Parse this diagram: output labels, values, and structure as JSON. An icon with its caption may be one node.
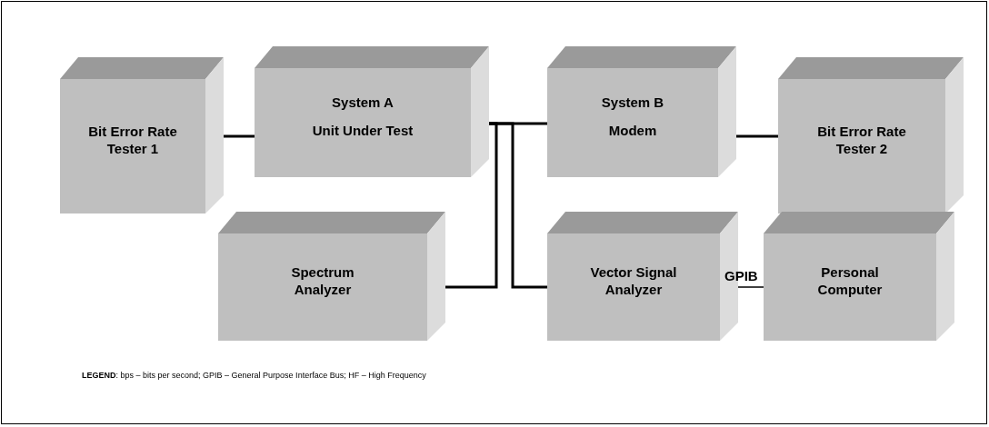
{
  "diagram": {
    "nodes": [
      {
        "text": [
          "Bit Error Rate Tester 1"
        ]
      },
      {
        "text": [
          "System A",
          "Unit Under Test"
        ]
      },
      {
        "text": [
          "System B",
          "Modem"
        ]
      },
      {
        "text": [
          "Bit Error Rate Tester 2"
        ]
      },
      {
        "text": [
          "Spectrum Analyzer"
        ]
      },
      {
        "text": [
          "Vector Signal Analyzer"
        ]
      },
      {
        "text": [
          "Personal Computer"
        ]
      }
    ],
    "edges": [
      {
        "from": 0,
        "to": 1,
        "arrow": "none"
      },
      {
        "from": 1,
        "to": 2,
        "arrow": "none"
      },
      {
        "from": 2,
        "to": 3,
        "arrow": "none"
      },
      {
        "from": 4,
        "to": 1,
        "arrow": "none"
      },
      {
        "from": 5,
        "to": 1,
        "arrow": "none"
      },
      {
        "from": 5,
        "to": 6,
        "label": "GPIB",
        "arrow": "none"
      }
    ],
    "labels": [
      "**LEGEND**: bps – bits per second; GPIB – General Purpose Interface Bus; HF – High Frequency"
    ]
  }
}
